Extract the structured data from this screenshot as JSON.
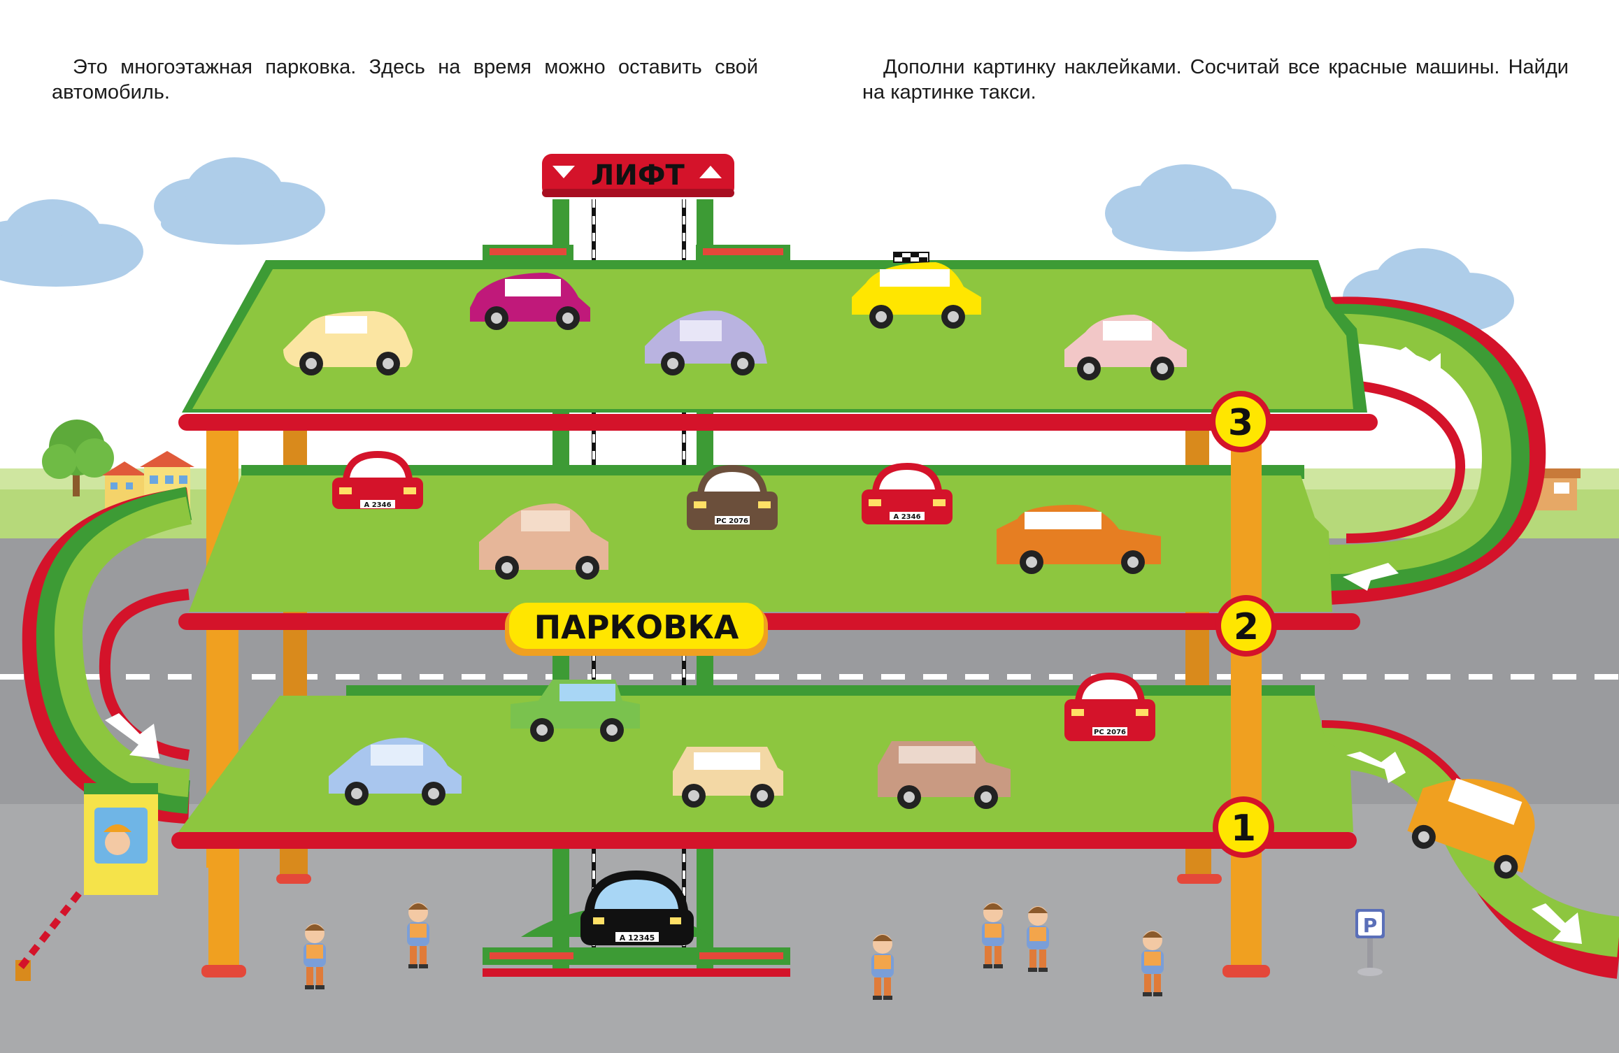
{
  "text": {
    "left_paragraph": "Это многоэтажная парковка. Здесь на время можно оставить свой автомобиль.",
    "right_paragraph": "Дополни картинку наклейками. Сосчитай все красные машины. Найди на картинке такси."
  },
  "signs": {
    "lift": "ЛИФТ",
    "parking": "ПАРКОВКА",
    "parking_symbol": "P"
  },
  "floors": {
    "floor_1": "1",
    "floor_2": "2",
    "floor_3": "3"
  },
  "plates": {
    "plate_a2346": "A 2346",
    "plate_pc2076": "PC 2076",
    "plate_a12345": "A 12345"
  },
  "colors": {
    "deck_green": "#8dc63f",
    "deck_edge": "#3d9b35",
    "beam_red": "#d4132a",
    "pillar_orange": "#f0a020",
    "road_gray": "#9a9b9e",
    "sky_blue": "#aecde9",
    "sign_yellow": "#ffe600"
  },
  "icons": {
    "direction_arrows": "arrow-right-icon",
    "parking_sign": "parking-sign-icon"
  }
}
